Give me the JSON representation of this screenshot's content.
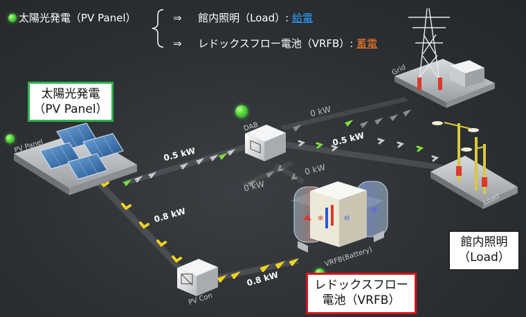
{
  "header": {
    "line1_source": "太陽光発電（PV Panel）",
    "arrow": "⇒",
    "line1_target": "館内照明（Load）:",
    "line1_action": "給電",
    "line2_target": "レドックスフロー電池（VRFB）:",
    "line2_action": "蓄電"
  },
  "boxes": {
    "pv_line1": "太陽光発電",
    "pv_line2": "（PV Panel）",
    "load_line1": "館内照明",
    "load_line2": "（Load）",
    "vrfb_line1": "レドックスフロー",
    "vrfb_line2": "電池（VRFB）"
  },
  "components": {
    "pv_panel": "PV Panel",
    "dab": "DAB",
    "grid": "Grid",
    "load": "Load",
    "vrfb": "VRFB(Battery)",
    "pv_con": "PV Con"
  },
  "flows": {
    "pv_to_dab": "0.5 kW",
    "pv_to_pvcon": "0.8 kW",
    "pvcon_to_vrfb": "0.8 kW",
    "dab_to_load": "0.5 kW",
    "grid_to_dab": "0 kW",
    "dab_to_vrfb": "0 kW",
    "vrfb_to_dab": "0 kW"
  },
  "colors": {
    "pv_border": "#2bb24c",
    "vrfb_border": "#d4141c",
    "load_border": "#222222",
    "supply_link": "#2aa2ff",
    "charge_link": "#ff7f27",
    "status_dot": "#4fd33a",
    "arrow_green": "#7ee33a",
    "arrow_yellow": "#f2d21b"
  }
}
